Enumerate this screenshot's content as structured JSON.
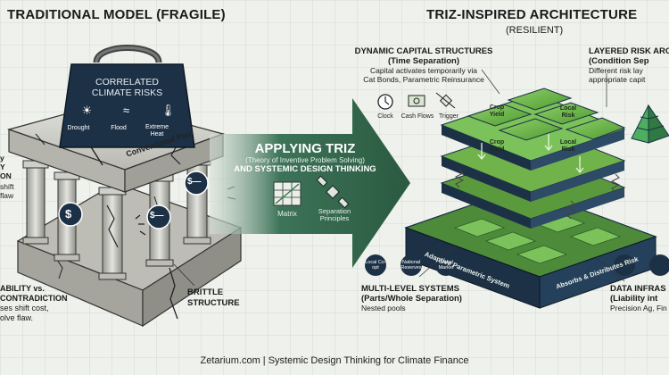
{
  "left": {
    "title": "TRADITIONAL MODEL (FRAGILE)",
    "risk_box": {
      "title_l1": "CORRELATED",
      "title_l2": "CLIMATE RISKS",
      "items": [
        {
          "label": "Drought",
          "icon": "drought-icon"
        },
        {
          "label": "Flood",
          "icon": "flood-icon"
        },
        {
          "label": "Extreme Heat",
          "icon": "heat-icon"
        }
      ]
    },
    "pool_label": "Conventional Pool",
    "cut_left": {
      "l1": "y",
      "l2": "Y",
      "l3": "ON",
      "l4": "shift",
      "l5": "flaw"
    },
    "contradiction": {
      "l1": "ABILITY vs.",
      "l2": "CONTRADICTION",
      "l3": "ses shift cost,",
      "l4": "olve flaw."
    },
    "brittle": {
      "l1": "BRITTLE",
      "l2": "STRUCTURE"
    },
    "coin_symbol": "$",
    "coin_dash_symbol": "$—"
  },
  "middle": {
    "title": "APPLYING TRIZ",
    "subtitle": "(Theory of Inventive Problem Solving)",
    "title2": "AND SYSTEMIC DESIGN THINKING",
    "tools": [
      {
        "label": "Matrix",
        "icon": "matrix-icon"
      },
      {
        "label": "Separation Principles",
        "icon": "satellite-icon"
      }
    ]
  },
  "right": {
    "title": "TRIZ-INSPIRED ARCHITECTURE",
    "subtitle": "(RESILIENT)",
    "dynamic": {
      "title": "DYNAMIC CAPITAL STRUCTURES",
      "sub": "(Time Separation)",
      "desc_l1": "Capital activates temporarily via",
      "desc_l2": "Cat Bonds, Parametric Reinsurance",
      "icons": [
        {
          "label": "Clock",
          "icon": "clock-icon"
        },
        {
          "label": "Cash Flows",
          "icon": "cash-icon"
        },
        {
          "label": "Trigger",
          "icon": "trigger-icon"
        }
      ]
    },
    "layered": {
      "title": "LAYERED RISK ARC",
      "sub": "(Condition Sep",
      "desc_l1": "Different risk lay",
      "desc_l2": "appropriate capit"
    },
    "tiles": [
      {
        "l1": "Crop",
        "l2": "Yield"
      },
      {
        "l1": "Local",
        "l2": "Risk"
      },
      {
        "l1": "Crop",
        "l2": "Yield"
      },
      {
        "l1": "Local",
        "l2": "Risk"
      }
    ],
    "base_label_l": "Adaptive Parametric System",
    "base_label_r": "Absorbs & Distributes Risk",
    "multi": {
      "title": "MULTI-LEVEL SYSTEMS",
      "sub": "(Parts/Whole Separation)",
      "desc": "Nested pools",
      "icons": [
        {
          "label": "Local Co-opt",
          "icon": "local-coop-icon"
        },
        {
          "label": "National Reserves",
          "icon": "national-icon"
        },
        {
          "label": "Global Market",
          "icon": "globe-icon"
        }
      ]
    },
    "data": {
      "title": "DATA INFRAS",
      "sub": "(Liability int",
      "desc": "Precision Ag, Fin"
    }
  },
  "footer": "Zetarium.com | Systemic Design Thinking for Climate Finance",
  "colors": {
    "dark_green": "#2f5f46",
    "tile_green": "#5faa3c",
    "navy": "#1d3146",
    "stone": "#c8c8c2"
  }
}
